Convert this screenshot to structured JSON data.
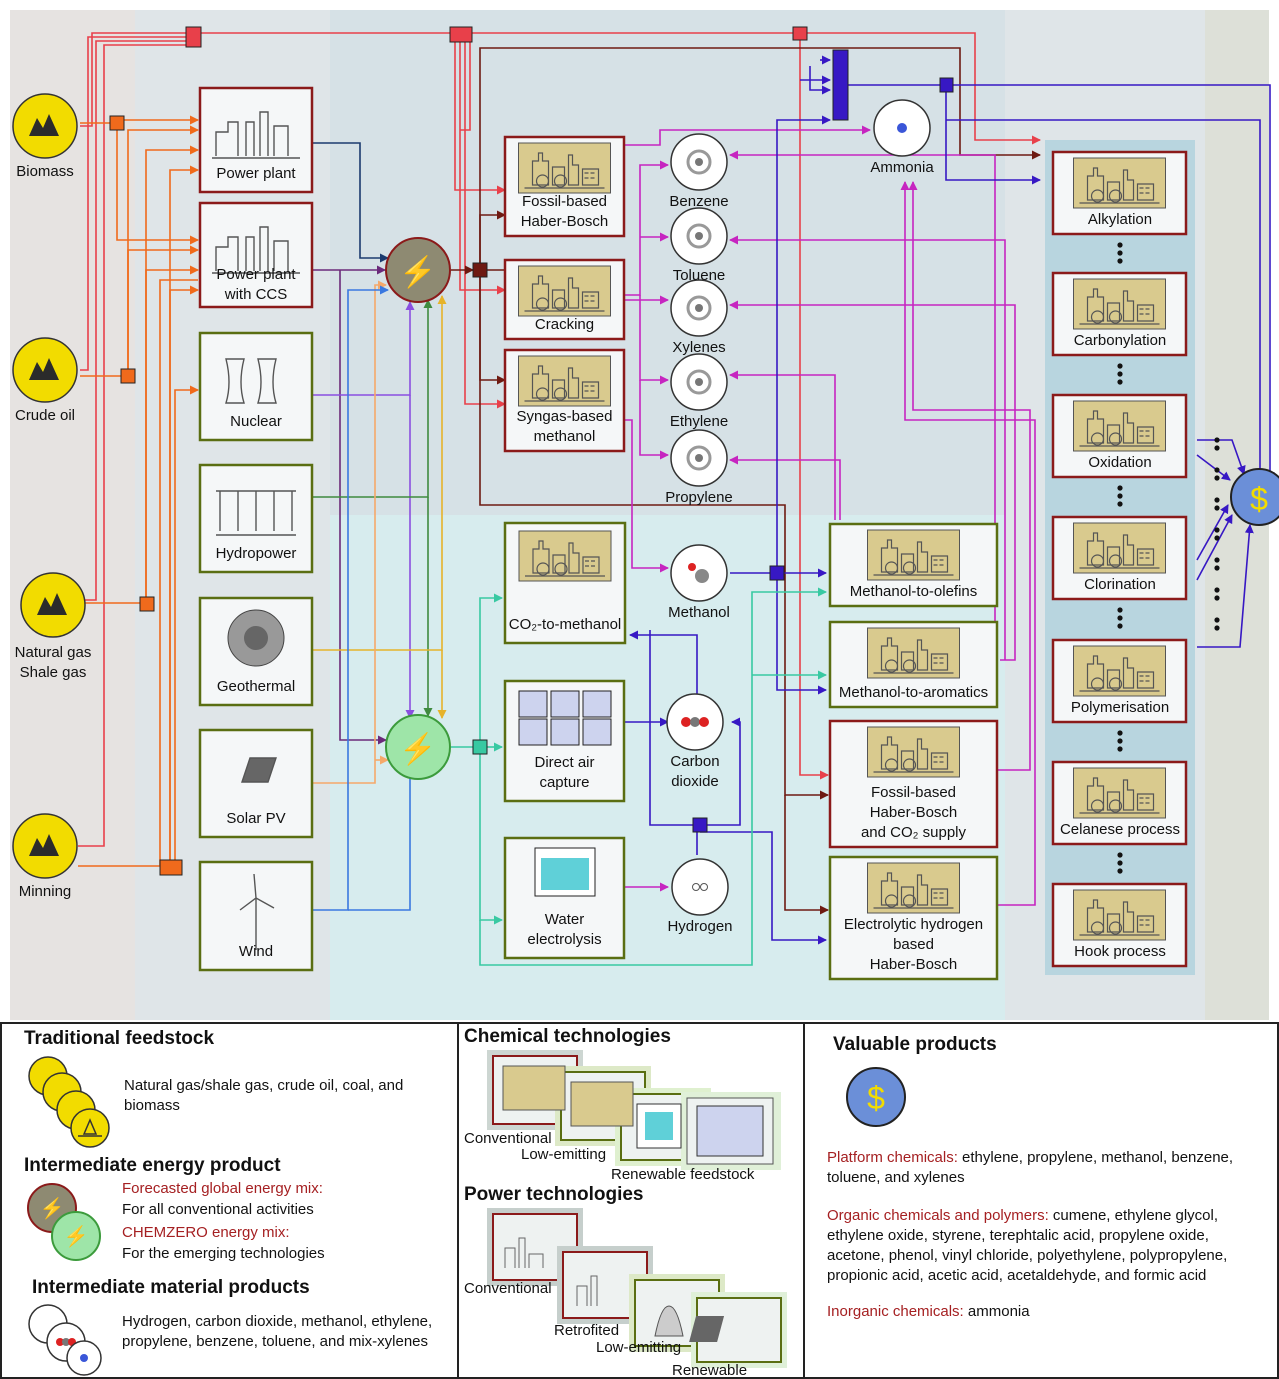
{
  "feedstocks": [
    {
      "id": "biomass",
      "label": "Biomass",
      "icon": "biomass-icon"
    },
    {
      "id": "crude",
      "label": "Crude oil",
      "icon": "crude-oil-icon"
    },
    {
      "id": "gas",
      "label": "Natural gas\nShale gas",
      "icon": "natural-gas-icon"
    },
    {
      "id": "mining",
      "label": "Minning",
      "icon": "mining-icon"
    }
  ],
  "power": [
    {
      "id": "pp",
      "label": "Power plant",
      "kind": "conventional",
      "icon": "power-plant-icon"
    },
    {
      "id": "ppccs",
      "label": "Power plant\nwith CCS",
      "kind": "retrofitted",
      "icon": "power-plant-ccs-icon"
    },
    {
      "id": "nuclear",
      "label": "Nuclear",
      "kind": "low",
      "icon": "nuclear-icon"
    },
    {
      "id": "hydro",
      "label": "Hydropower",
      "kind": "low",
      "icon": "hydropower-icon"
    },
    {
      "id": "geo",
      "label": "Geothermal",
      "kind": "low",
      "icon": "geothermal-icon"
    },
    {
      "id": "solar",
      "label": "Solar PV",
      "kind": "low",
      "icon": "solar-panel-icon"
    },
    {
      "id": "wind",
      "label": "Wind",
      "kind": "low",
      "icon": "wind-turbine-icon"
    }
  ],
  "chem_conventional": [
    {
      "id": "fhb",
      "label": "Fossil-based\nHaber-Bosch"
    },
    {
      "id": "crack",
      "label": "Cracking"
    },
    {
      "id": "sgm",
      "label": "Syngas-based\nmethanol"
    }
  ],
  "chem_emerging": [
    {
      "id": "co2m",
      "label": "CO₂-to-methanol",
      "icon": "factory-icon"
    },
    {
      "id": "dac",
      "label": "Direct air\ncapture",
      "icon": "fan-array-icon"
    },
    {
      "id": "wel",
      "label": "Water\nelectrolysis",
      "icon": "electrolysis-icon"
    }
  ],
  "routes": [
    {
      "id": "mto",
      "label": "Methanol-to-olefins",
      "kind": "low"
    },
    {
      "id": "mta",
      "label": "Methanol-to-aromatics",
      "kind": "low"
    },
    {
      "id": "fhbco2",
      "label": "Fossil-based\nHaber-Bosch\nand CO₂ supply",
      "kind": "conv"
    },
    {
      "id": "ehb",
      "label": "Electrolytic hydrogen\nbased\nHaber-Bosch",
      "kind": "low"
    }
  ],
  "intermediates": [
    {
      "id": "benzene",
      "label": "Benzene",
      "icon": "benzene-molecule-icon"
    },
    {
      "id": "toluene",
      "label": "Toluene",
      "icon": "toluene-molecule-icon"
    },
    {
      "id": "xylenes",
      "label": "Xylenes",
      "icon": "xylenes-molecule-icon"
    },
    {
      "id": "ethylene",
      "label": "Ethylene",
      "icon": "ethylene-molecule-icon"
    },
    {
      "id": "propylene",
      "label": "Propylene",
      "icon": "propylene-molecule-icon"
    },
    {
      "id": "ammonia",
      "label": "Ammonia",
      "icon": "ammonia-molecule-icon"
    },
    {
      "id": "methanol",
      "label": "Methanol",
      "icon": "methanol-molecule-icon"
    },
    {
      "id": "co2",
      "label": "Carbon\ndioxide",
      "icon": "carbon-dioxide-molecule-icon"
    },
    {
      "id": "h2",
      "label": "Hydrogen",
      "icon": "hydrogen-molecule-icon"
    }
  ],
  "downstream": [
    {
      "id": "alk",
      "label": "Alkylation"
    },
    {
      "id": "carb",
      "label": "Carbonylation"
    },
    {
      "id": "oxi",
      "label": "Oxidation"
    },
    {
      "id": "clor",
      "label": "Clorination"
    },
    {
      "id": "poly",
      "label": "Polymerisation"
    },
    {
      "id": "cel",
      "label": "Celanese process"
    },
    {
      "id": "hook",
      "label": "Hook process"
    }
  ],
  "product_symbol": "$",
  "colors": {
    "feedstock_yellow": "#f2dc00",
    "conv_border": "#8b1a1a",
    "low_border": "#5a6e12",
    "grid_mix": "#8e8a72",
    "chemzero_mix": "#9ee5a8",
    "product_blue": "#6b8fd8",
    "line_red": "#e8404a",
    "line_orange": "#f06a1c",
    "line_brown": "#6e1a12",
    "line_magenta": "#c625c0",
    "line_indigo": "#3718c4",
    "line_teal": "#38c9a2"
  },
  "legend": {
    "feedstock": {
      "title": "Traditional feedstock",
      "text": "Natural gas/shale gas, crude oil, coal, and biomass"
    },
    "energy": {
      "title": "Intermediate energy product",
      "mix1_title": "Forecasted global energy mix:",
      "mix1_text": "For all conventional activities",
      "mix2_title": "CHEMZERO energy mix:",
      "mix2_text": "For the emerging technologies"
    },
    "material": {
      "title": "Intermediate material products",
      "text": "Hydrogen, carbon dioxide, methanol, ethylene, propylene, benzene, toluene, and mix-xylenes"
    },
    "chem": {
      "title": "Chemical technologies",
      "conventional": "Conventional",
      "low": "Low-emitting",
      "renewable": "Renewable feedstock"
    },
    "powertech": {
      "title": "Power technologies",
      "conventional": "Conventional",
      "retrofitted": "Retrofited",
      "low": "Low-emitting",
      "renewable": "Renewable"
    },
    "products": {
      "title": "Valuable products",
      "platform_title": "Platform chemicals:",
      "platform_text": " ethylene, propylene, methanol, benzene, toluene, and xylenes",
      "organic_title": "Organic chemicals and polymers:",
      "organic_text": " cumene, ethylene glycol, ethylene oxide, styrene, terephtalic acid, propylene oxide, acetone, phenol, vinyl chloride, polyethylene, polypropylene, propionic acid, acetic acid, acetaldehyde, and formic acid",
      "inorganic_title": "Inorganic chemicals:",
      "inorganic_text": " ammonia"
    }
  }
}
